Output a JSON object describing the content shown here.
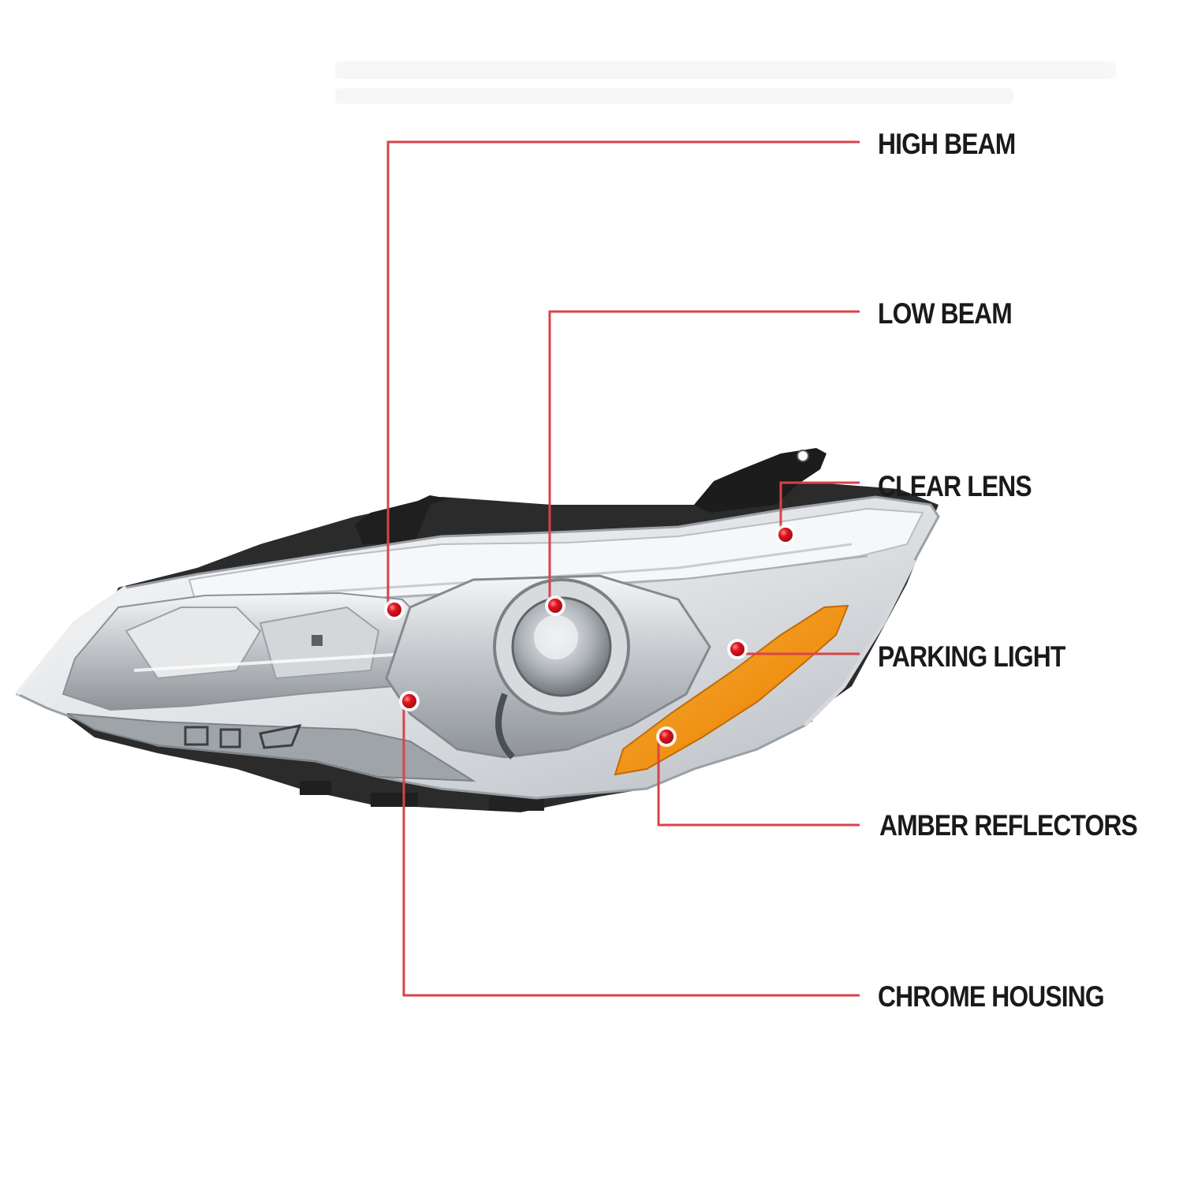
{
  "callouts": [
    {
      "id": "high-beam",
      "label": "HIGH BEAM"
    },
    {
      "id": "low-beam",
      "label": "LOW BEAM"
    },
    {
      "id": "clear-lens",
      "label": "CLEAR LENS"
    },
    {
      "id": "parking-light",
      "label": "PARKING LIGHT"
    },
    {
      "id": "amber-reflectors",
      "label": "AMBER REFLECTORS"
    },
    {
      "id": "chrome-housing",
      "label": "CHROME HOUSING"
    }
  ],
  "colors": {
    "leader_line": "#d8434a",
    "marker": "#e0141e",
    "label_text": "#1a1a1a",
    "chrome": "#c9ccd0",
    "amber": "#f39a1a",
    "housing_dark": "#2b2b2b"
  },
  "product_image": {
    "name": "headlight-assembly-image"
  }
}
